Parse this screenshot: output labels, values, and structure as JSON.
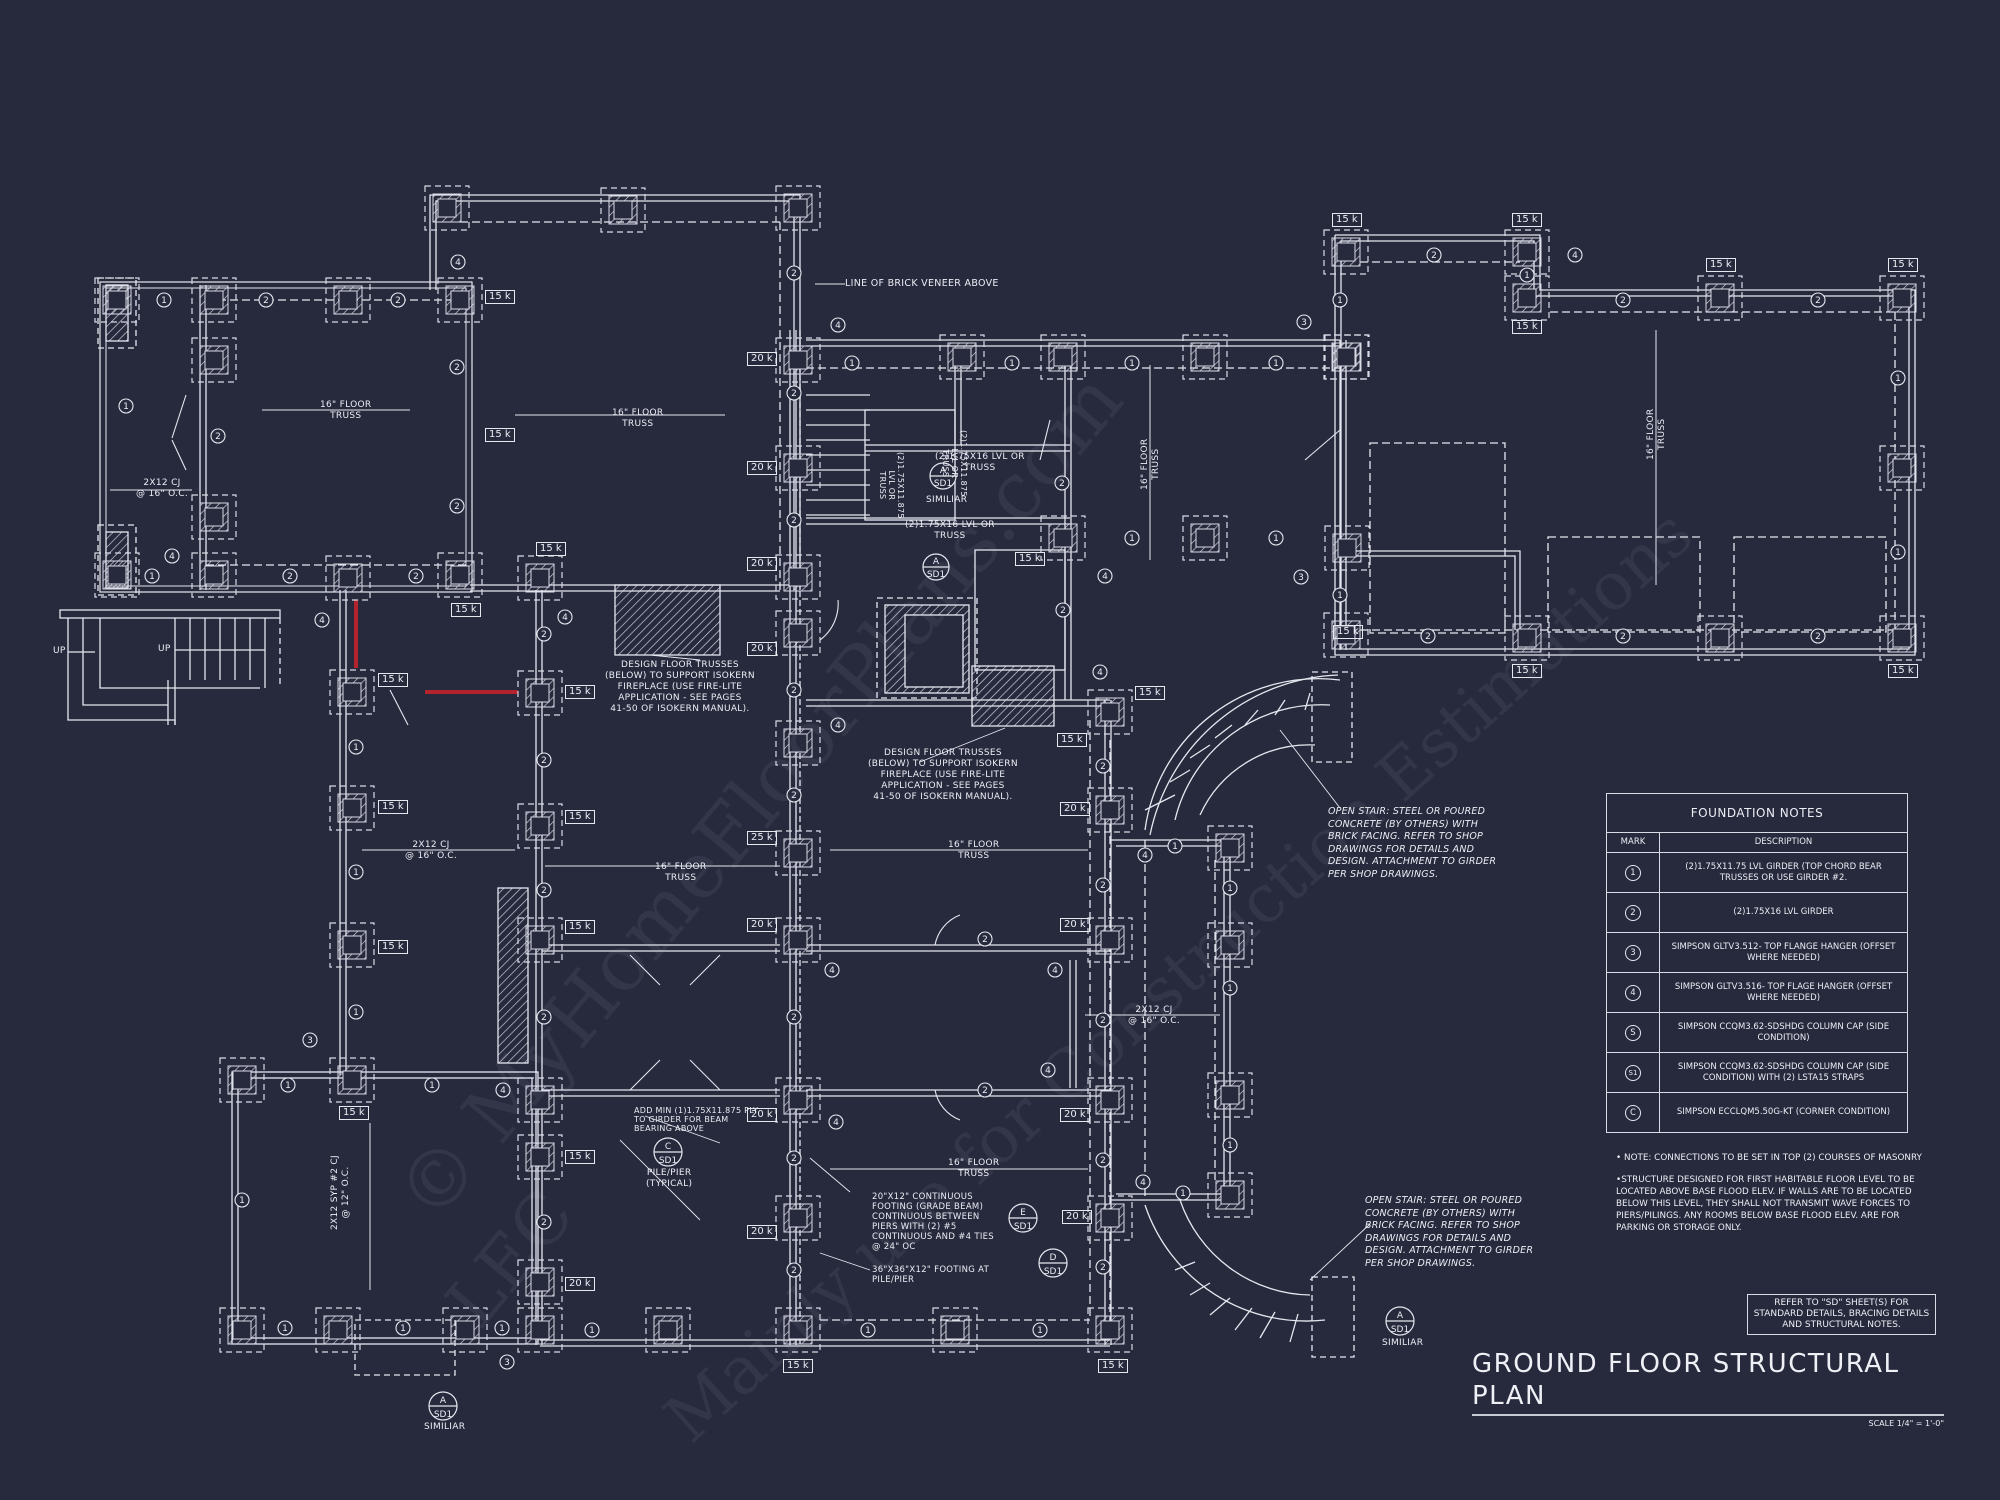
{
  "sheet": {
    "title": "GROUND FLOOR STRUCTURAL PLAN",
    "scale": "SCALE 1/4\" = 1'-0\"",
    "background_color": "#27293d",
    "line_color": "#e6e8f0",
    "highlight_color": "#b3232e"
  },
  "watermark": {
    "lines": [
      "© MyHomeFloorPlans.com",
      "LEC",
      "Mainly use for Construction Estimations"
    ]
  },
  "plan_labels": {
    "brick_veneer": "LINE OF BRICK VENEER ABOVE",
    "truss_west_garage": "16\" FLOOR\nTRUSS",
    "truss_center_north": "16\" FLOOR\nTRUSS",
    "cj_west": "2x12 CJ\n@ 16\" O.C.",
    "cj_central_west": "2x12 CJ\n@ 16\" O.C.",
    "cj_east": "2x12 CJ\n@ 16\" O.C.",
    "cj_southwest": "2x12 SYP #2 CJ\n@ 12\" O.C.",
    "truss_center_1": "16\" FLOOR\nTRUSS",
    "truss_center_2": "16\" FLOOR\nTRUSS",
    "truss_center_3": "16\" FLOOR\nTRUSS",
    "truss_east_v1": "16\" FLOOR\nTRUSS",
    "truss_east_v2": "16\" FLOOR\nTRUSS",
    "lvl_stair_v1": "(2)1.75x11.875\nLVL OR\nTRUSS",
    "lvl_stair_v2": "(2)1.75x11.875\nLVL OR\nTRUSS",
    "lvl_stair_h1": "(2)1.75x16 LVL OR\nTRUSS",
    "lvl_stair_h2": "(2)1.75x16 LVL OR\nTRUSS",
    "similar": "SIMILIAR",
    "fireplace_note_1": "DESIGN FLOOR TRUSSES\n(BELOW) TO SUPPORT ISOKERN\nFIREPLACE (USE FIRE-LITE\nAPPLICATION - SEE PAGES\n41-50 OF ISOKERN MANUAL).",
    "fireplace_note_2": "DESIGN FLOOR TRUSSES\n(BELOW) TO SUPPORT ISOKERN\nFIREPLACE (USE FIRE-LITE\nAPPLICATION - SEE PAGES\n41-50 OF ISOKERN MANUAL).",
    "plate_note": "ADD MIN (1)1.75x11.875 PLY\nTO GIRDER FOR BEAM\nBEARING ABOVE",
    "pile_pier": "PILE/PIER\n(TYPICAL)",
    "footing_note": "20\"x12\" CONTINUOUS\nFOOTING (GRADE BEAM)\nCONTINUOUS BETWEEN\nPIERS WITH (2) #5\nCONTINUOUS AND #4 TIES\n@ 24\" OC",
    "pier_footing_note": "36\"x36\"x12\" FOOTING AT\nPILE/PIER",
    "stair_up_1": "UP",
    "stair_up_2": "UP",
    "open_stair_north": "OPEN STAIR: STEEL OR POURED\nCONCRETE (BY OTHERS) WITH\nBRICK FACING. REFER TO SHOP\nDRAWINGS FOR DETAILS AND\nDESIGN. ATTACHMENT TO GIRDER\nPER SHOP DRAWINGS.",
    "open_stair_south": "OPEN STAIR: STEEL OR POURED\nCONCRETE (BY OTHERS) WITH\nBRICK FACING. REFER TO SHOP\nDRAWINGS FOR DETAILS AND\nDESIGN. ATTACHMENT TO GIRDER\nPER SHOP DRAWINGS."
  },
  "detail_callouts": [
    {
      "id": "A",
      "sheet": "SD1",
      "note": "SIMILIAR"
    },
    {
      "id": "A",
      "sheet": "SD1",
      "note": ""
    },
    {
      "id": "C",
      "sheet": "SD1",
      "note": "PILE/PIER (TYPICAL)"
    },
    {
      "id": "E",
      "sheet": "SD1",
      "note": ""
    },
    {
      "id": "D",
      "sheet": "SD1",
      "note": ""
    },
    {
      "id": "A",
      "sheet": "SD1",
      "note": "SIMILIAR"
    },
    {
      "id": "A",
      "sheet": "SD1",
      "note": "SIMILIAR"
    }
  ],
  "loads": {
    "l1": "15 k",
    "l2": "15 k",
    "l3": "15 k",
    "l4": "15 k",
    "l5": "15 k",
    "l6": "20 k",
    "l7": "20 k",
    "l8": "20 k",
    "l9": "20 k",
    "l10": "25 k",
    "l11": "20 k",
    "l12": "20 k",
    "l13": "20 k",
    "l14": "15 k",
    "l15": "15 k",
    "l16": "15 k",
    "l17": "15 k",
    "l18": "15 k",
    "l19": "15 k",
    "l20": "20 k",
    "l21": "15 k",
    "l22": "20 k",
    "l23": "20 k",
    "l24": "20 k",
    "l25": "20 k",
    "l26": "15 k",
    "l27": "15 k",
    "l28": "15 k",
    "l29": "15 k",
    "l30": "15 k",
    "l31": "15 k",
    "l32": "15 k",
    "l33": "15 k",
    "l34": "15 k",
    "l35": "15 k",
    "l36": "15 k",
    "l37": "15 k",
    "l38": "15 k"
  },
  "foundation_notes": {
    "title": "FOUNDATION NOTES",
    "headers": {
      "mark": "MARK",
      "description": "DESCRIPTION"
    },
    "rows": [
      {
        "mark": "1",
        "description": "(2)1.75x11.75 LVL GIRDER (TOP CHORD BEAR TRUSSES OR USE GIRDER #2."
      },
      {
        "mark": "2",
        "description": "(2)1.75x16 LVL GIRDER"
      },
      {
        "mark": "3",
        "description": "SIMPSON GLTV3.512- TOP FLANGE HANGER (OFFSET WHERE NEEDED)"
      },
      {
        "mark": "4",
        "description": "SIMPSON GLTV3.516- TOP FLAGE HANGER (OFFSET WHERE NEEDED)"
      },
      {
        "mark": "S",
        "description": "SIMPSON CCQM3.62-SDSHDG COLUMN CAP (SIDE CONDITION)"
      },
      {
        "mark": "S1",
        "description": "SIMPSON CCQM3.62-SDSHDG COLUMN CAP (SIDE CONDITION) WITH (2) LSTA15 STRAPS"
      },
      {
        "mark": "C",
        "description": "SIMPSON ECCLQM5.50G-KT (CORNER CONDITION)"
      }
    ]
  },
  "general_notes": [
    "• NOTE: CONNECTIONS TO BE SET IN TOP (2) COURSES OF MASONRY",
    "•STRUCTURE DESIGNED FOR FIRST HABITABLE FLOOR LEVEL TO BE LOCATED ABOVE BASE FLOOD ELEV. IF WALLS ARE TO BE LOCATED BELOW THIS LEVEL, THEY SHALL NOT TRANSMIT WAVE FORCES TO PIERS/PILINGS. ANY ROOMS BELOW BASE FLOOD ELEV. ARE FOR PARKING OR STORAGE ONLY."
  ],
  "refer_note": "REFER TO \"SD\" SHEET(S) FOR STANDARD DETAILS, BRACING DETAILS AND STRUCTURAL NOTES."
}
